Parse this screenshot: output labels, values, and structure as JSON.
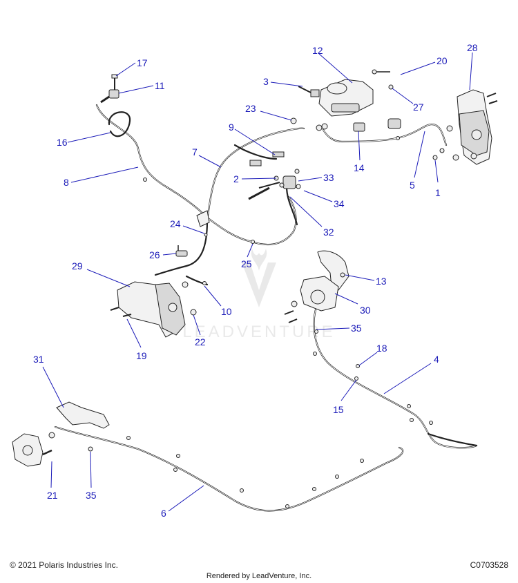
{
  "diagram": {
    "callouts": [
      {
        "id": "c1",
        "label": "1"
      },
      {
        "id": "c2",
        "label": "2"
      },
      {
        "id": "c3",
        "label": "3"
      },
      {
        "id": "c4",
        "label": "4"
      },
      {
        "id": "c5",
        "label": "5"
      },
      {
        "id": "c6",
        "label": "6"
      },
      {
        "id": "c7",
        "label": "7"
      },
      {
        "id": "c8",
        "label": "8"
      },
      {
        "id": "c9",
        "label": "9"
      },
      {
        "id": "c10",
        "label": "10"
      },
      {
        "id": "c11",
        "label": "11"
      },
      {
        "id": "c12",
        "label": "12"
      },
      {
        "id": "c13",
        "label": "13"
      },
      {
        "id": "c14",
        "label": "14"
      },
      {
        "id": "c15",
        "label": "15"
      },
      {
        "id": "c16",
        "label": "16"
      },
      {
        "id": "c17",
        "label": "17"
      },
      {
        "id": "c18",
        "label": "18"
      },
      {
        "id": "c19",
        "label": "19"
      },
      {
        "id": "c20",
        "label": "20"
      },
      {
        "id": "c21",
        "label": "21"
      },
      {
        "id": "c22",
        "label": "22"
      },
      {
        "id": "c23",
        "label": "23"
      },
      {
        "id": "c24",
        "label": "24"
      },
      {
        "id": "c25",
        "label": "25"
      },
      {
        "id": "c26",
        "label": "26"
      },
      {
        "id": "c27",
        "label": "27"
      },
      {
        "id": "c28",
        "label": "28"
      },
      {
        "id": "c29",
        "label": "29"
      },
      {
        "id": "c30",
        "label": "30"
      },
      {
        "id": "c31",
        "label": "31"
      },
      {
        "id": "c32",
        "label": "32"
      },
      {
        "id": "c33",
        "label": "33"
      },
      {
        "id": "c34",
        "label": "34"
      },
      {
        "id": "c35a",
        "label": "35"
      },
      {
        "id": "c35b",
        "label": "35"
      }
    ],
    "watermark_text": "LEADVENTURE",
    "accent_color": "#1a1ab8"
  },
  "footer": {
    "copyright": "© 2021 Polaris Industries Inc.",
    "doc_number": "C0703528",
    "rendered_by": "Rendered by LeadVenture, Inc."
  }
}
